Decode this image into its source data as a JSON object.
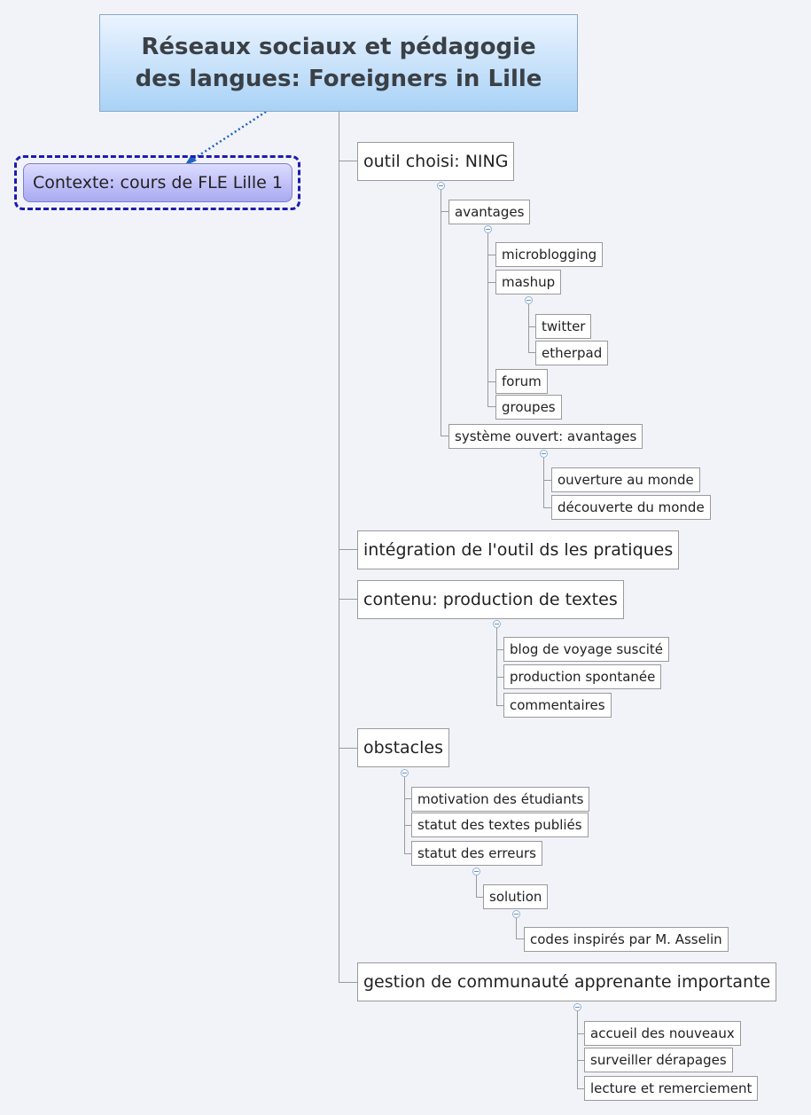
{
  "central": {
    "title": "Réseaux sociaux et pédagogie des langues: Foreigners in Lille"
  },
  "callout": {
    "label": "Contexte: cours de FLE Lille 1"
  },
  "branches": {
    "outil": {
      "label": "outil choisi: NING",
      "avantages": {
        "label": "avantages",
        "microblogging": "microblogging",
        "mashup": {
          "label": "mashup",
          "twitter": "twitter",
          "etherpad": "etherpad"
        },
        "forum": "forum",
        "groupes": "groupes"
      },
      "systeme": {
        "label": "système ouvert: avantages",
        "ouverture": "ouverture au monde",
        "decouverte": "découverte du monde"
      }
    },
    "integration": {
      "label": "intégration de l'outil ds les pratiques"
    },
    "contenu": {
      "label": "contenu: production de textes",
      "blog": "blog de voyage suscité",
      "production": "production spontanée",
      "commentaires": "commentaires"
    },
    "obstacles": {
      "label": "obstacles",
      "motivation": "motivation des étudiants",
      "statut_textes": "statut des textes publiés",
      "statut_erreurs": {
        "label": "statut des erreurs",
        "solution": {
          "label": "solution",
          "codes": "codes inspirés par M. Asselin"
        }
      }
    },
    "gestion": {
      "label": "gestion de communauté apprenante importante",
      "accueil": "accueil des nouveaux",
      "surveiller": "surveiller dérapages",
      "lecture": "lecture et remerciement"
    }
  },
  "colors": {
    "central_gradient_top": "#ebf4ff",
    "central_gradient_bottom": "#a9d2f6",
    "callout_border": "#1c1cb0",
    "callout_fill": "#a9a9f2",
    "connector": "#9a9a9a",
    "relationship_arrow": "#1c63c6"
  }
}
